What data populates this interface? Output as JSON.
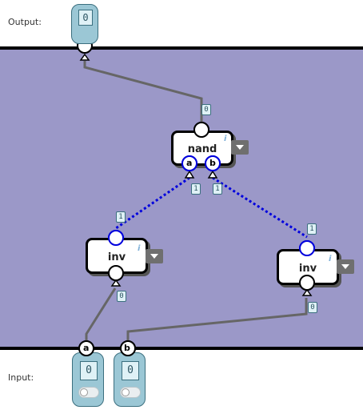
{
  "labels": {
    "output": "Output:",
    "input": "Input:"
  },
  "output_pin": {
    "value": "0"
  },
  "input_pins": [
    {
      "name": "a",
      "value": "0"
    },
    {
      "name": "b",
      "value": "0"
    }
  ],
  "gates": [
    {
      "label": "nand",
      "inputs": [
        "a",
        "b"
      ]
    },
    {
      "label": "inv"
    },
    {
      "label": "inv"
    }
  ],
  "wire_values": {
    "nand_out": "0",
    "nand_in_a": "1",
    "nand_in_b": "1",
    "inv1_out": "1",
    "inv2_out": "1",
    "inv1_in": "0",
    "inv2_in": "0"
  },
  "info_glyph": "i",
  "colors": {
    "canvas": "#9b98c8",
    "pin": "#9bc7d5",
    "active_wire": "#0000dd",
    "inactive_wire": "#666666"
  }
}
